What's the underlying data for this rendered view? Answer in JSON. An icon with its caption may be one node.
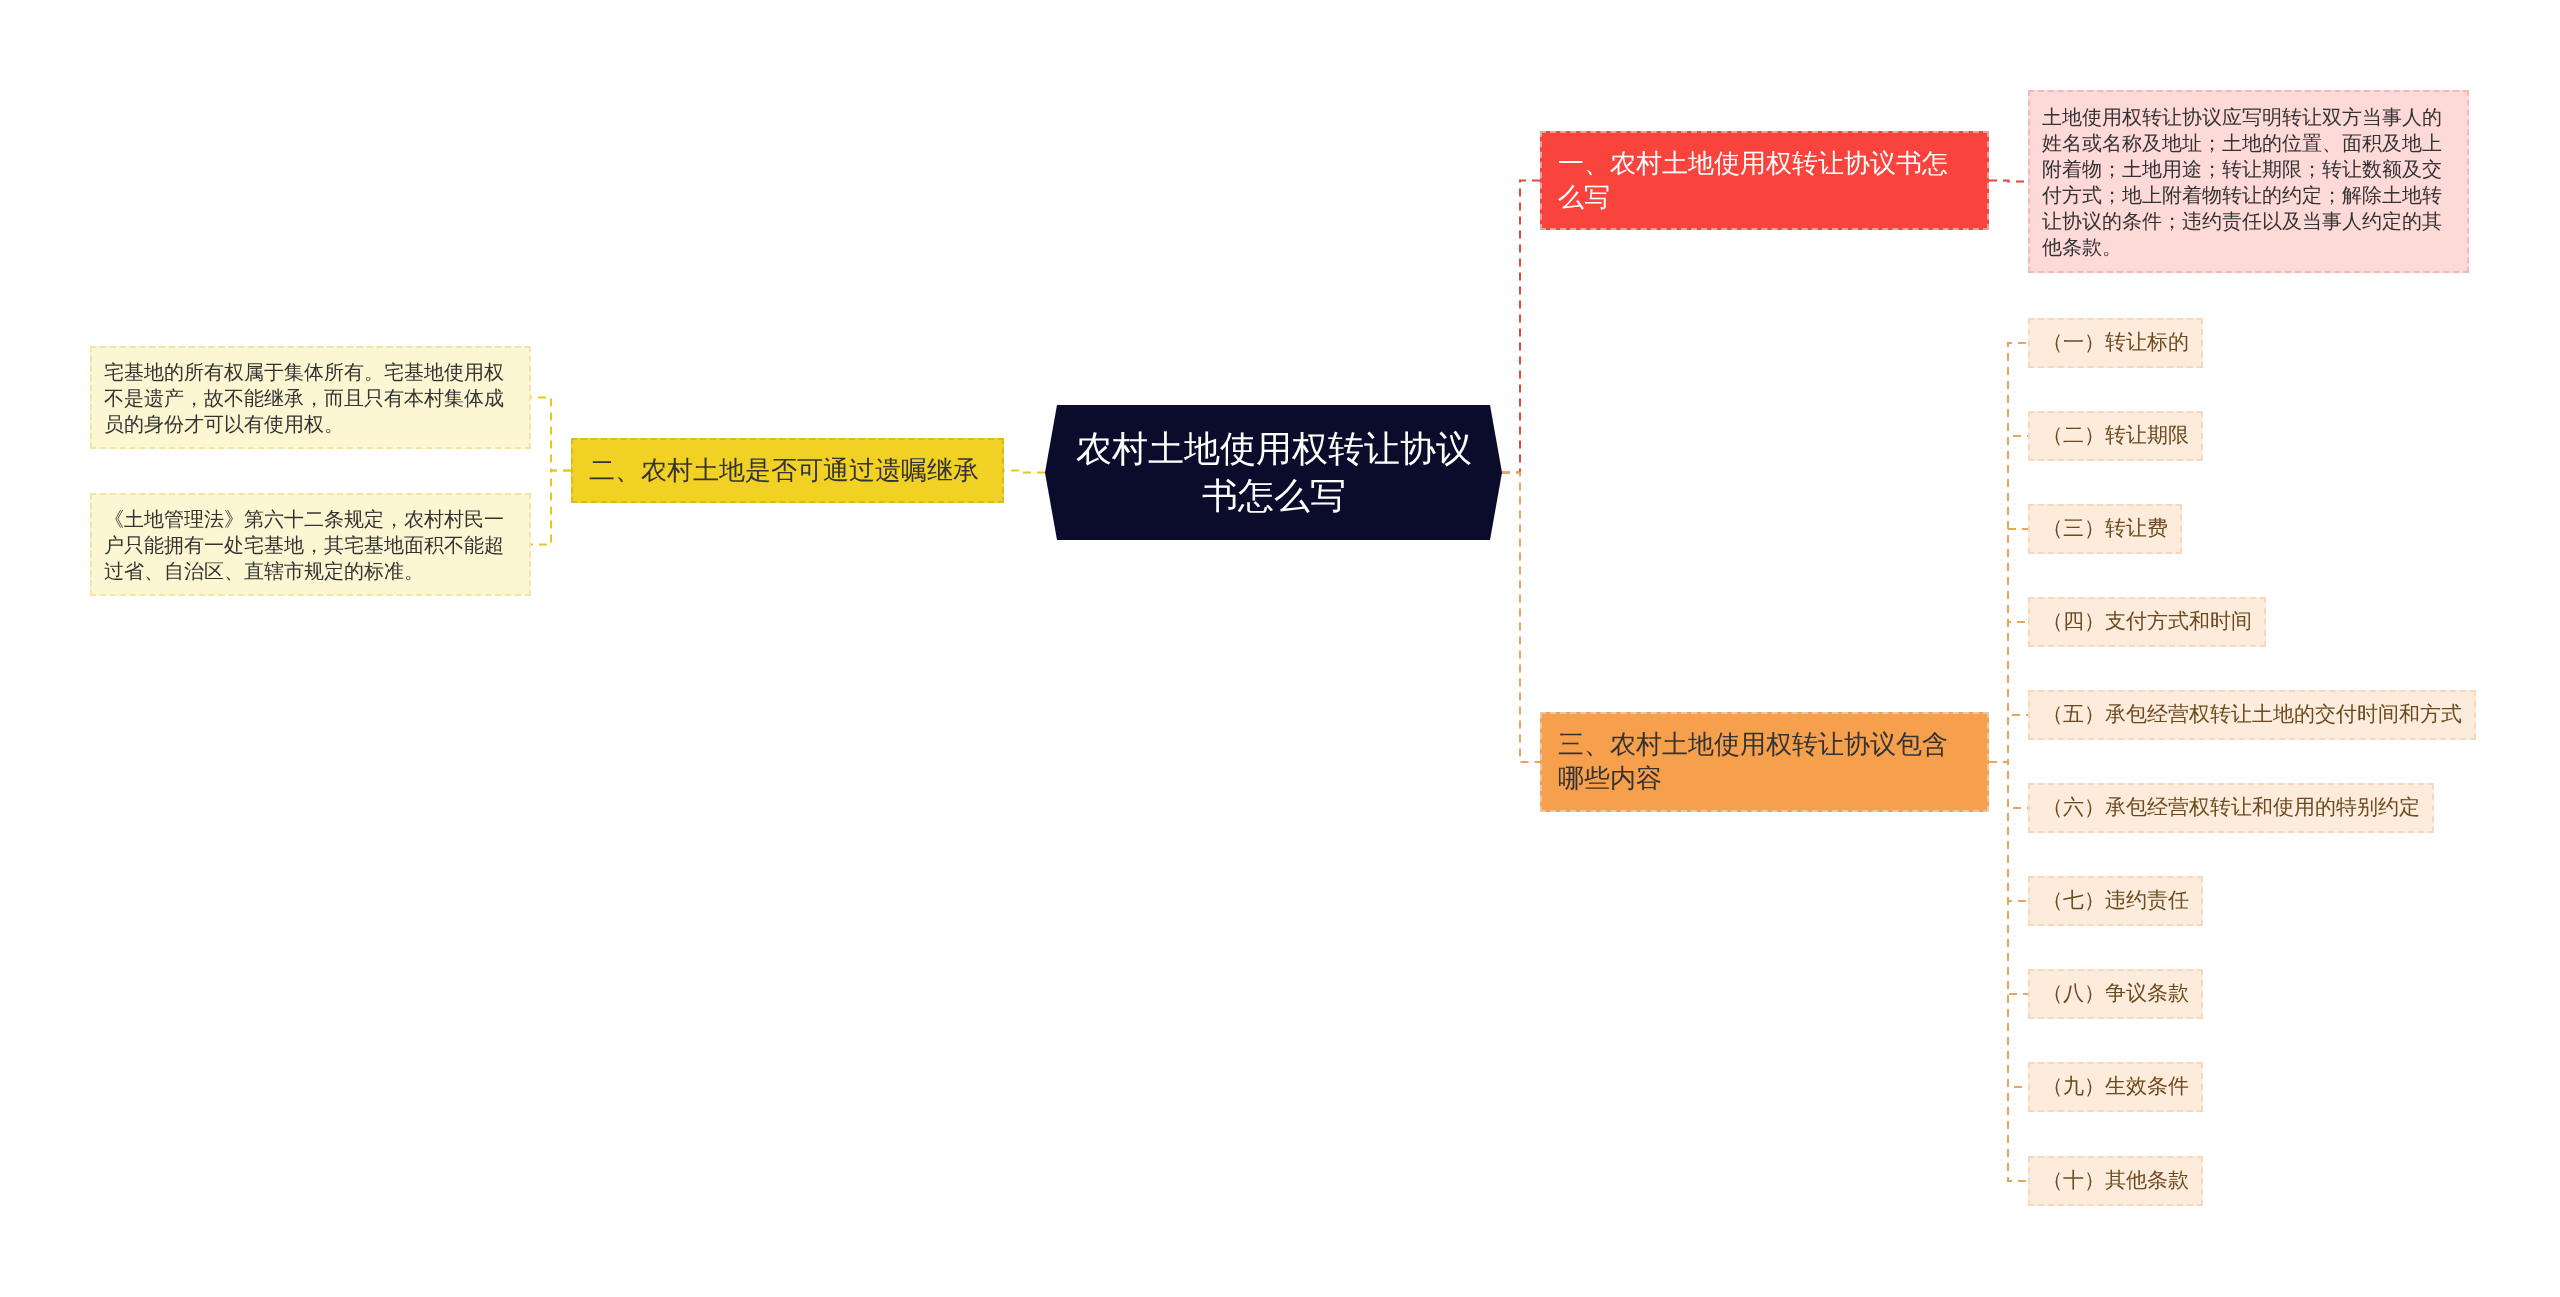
{
  "diagram": {
    "nodes": [
      {
        "text": [
          "农村土地使用权转让协议书怎么写"
        ]
      },
      {
        "text": [
          "一、农村土地使用权转让协议书怎么写"
        ]
      },
      {
        "text": [
          "土地使用权转让协议应写明转让双方当事人的姓名或名称及地址；土地的位置、面积及地上附着物；土地用途；转让期限；转让数额及交付方式；地上附着物转让的约定；解除土地转让协议的条件；违约责任以及当事人约定的其他条款。"
        ]
      },
      {
        "text": [
          "二、农村土地是否可通过遗嘱继承"
        ]
      },
      {
        "text": [
          "宅基地的所有权属于集体所有。宅基地使用权不是遗产，故不能继承，而且只有本村集体成员的身份才可以有使用权。"
        ]
      },
      {
        "text": [
          "《土地管理法》第六十二条规定，农村村民一户只能拥有一处宅基地，其宅基地面积不能超过省、自治区、直辖市规定的标准。"
        ]
      },
      {
        "text": [
          "三、农村土地使用权转让协议包含哪些内容"
        ]
      },
      {
        "text": [
          "（一）转让标的"
        ]
      },
      {
        "text": [
          "（二）转让期限"
        ]
      },
      {
        "text": [
          "（三）转让费"
        ]
      },
      {
        "text": [
          "（四）支付方式和时间"
        ]
      },
      {
        "text": [
          "（五）承包经营权转让土地的交付时间和方式"
        ]
      },
      {
        "text": [
          "（六）承包经营权转让和使用的特别约定"
        ]
      },
      {
        "text": [
          "（七）违约责任"
        ]
      },
      {
        "text": [
          "（八）争议条款"
        ]
      },
      {
        "text": [
          "（九）生效条件"
        ]
      },
      {
        "text": [
          "（十）其他条款"
        ]
      }
    ],
    "edges": [
      {
        "from": 0,
        "to": 1,
        "arrow": "none",
        "style": "dashed",
        "color": "#e8453c"
      },
      {
        "from": 1,
        "to": 2,
        "arrow": "none",
        "style": "dashed",
        "color": "#e8453c"
      },
      {
        "from": 0,
        "to": 3,
        "arrow": "none",
        "style": "dashed",
        "color": "#e8c620"
      },
      {
        "from": 3,
        "to": 4,
        "arrow": "none",
        "style": "dashed",
        "color": "#e8c620"
      },
      {
        "from": 3,
        "to": 5,
        "arrow": "none",
        "style": "dashed",
        "color": "#e8c620"
      },
      {
        "from": 0,
        "to": 6,
        "arrow": "none",
        "style": "dashed"
      },
      {
        "from": 6,
        "to": 7,
        "arrow": "none",
        "style": "dashed"
      },
      {
        "from": 6,
        "to": 8,
        "arrow": "none",
        "style": "dashed"
      },
      {
        "from": 6,
        "to": 9,
        "arrow": "none",
        "style": "dashed"
      },
      {
        "from": 6,
        "to": 10,
        "arrow": "none",
        "style": "dashed"
      },
      {
        "from": 6,
        "to": 11,
        "arrow": "none",
        "style": "dashed"
      },
      {
        "from": 6,
        "to": 12,
        "arrow": "none",
        "style": "dashed"
      },
      {
        "from": 6,
        "to": 13,
        "arrow": "none",
        "style": "dashed"
      },
      {
        "from": 6,
        "to": 14,
        "arrow": "none",
        "style": "dashed"
      },
      {
        "from": 6,
        "to": 15,
        "arrow": "none",
        "style": "dashed"
      },
      {
        "from": 6,
        "to": 16,
        "arrow": "none",
        "style": "dashed"
      }
    ]
  }
}
